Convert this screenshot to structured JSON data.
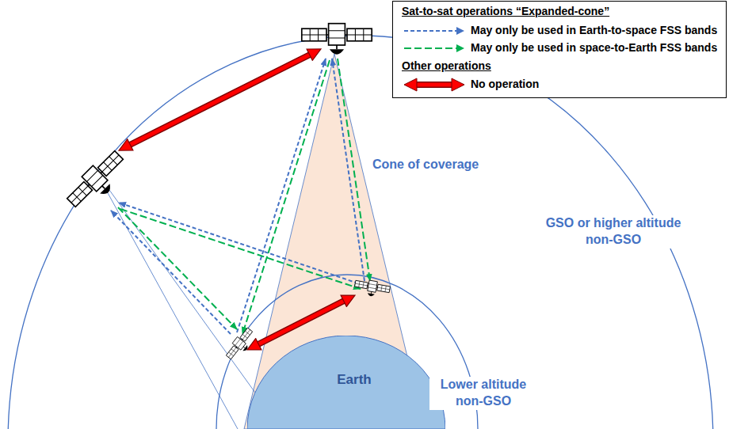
{
  "diagram": {
    "nodes": [
      {
        "text": [
          "Earth"
        ]
      }
    ],
    "labels": [
      "Sat-to-sat operations “Expanded-cone”",
      "Other operations",
      "Cone of coverage",
      "GSO or higher altitude non-GSO",
      "Lower altitude non-GSO"
    ],
    "legend": [
      {
        "text": "May only be used in Earth-to-space FSS bands"
      },
      {
        "text": "May only be used in space-to-Earth FSS bands"
      },
      {
        "text": "No operation"
      }
    ]
  }
}
